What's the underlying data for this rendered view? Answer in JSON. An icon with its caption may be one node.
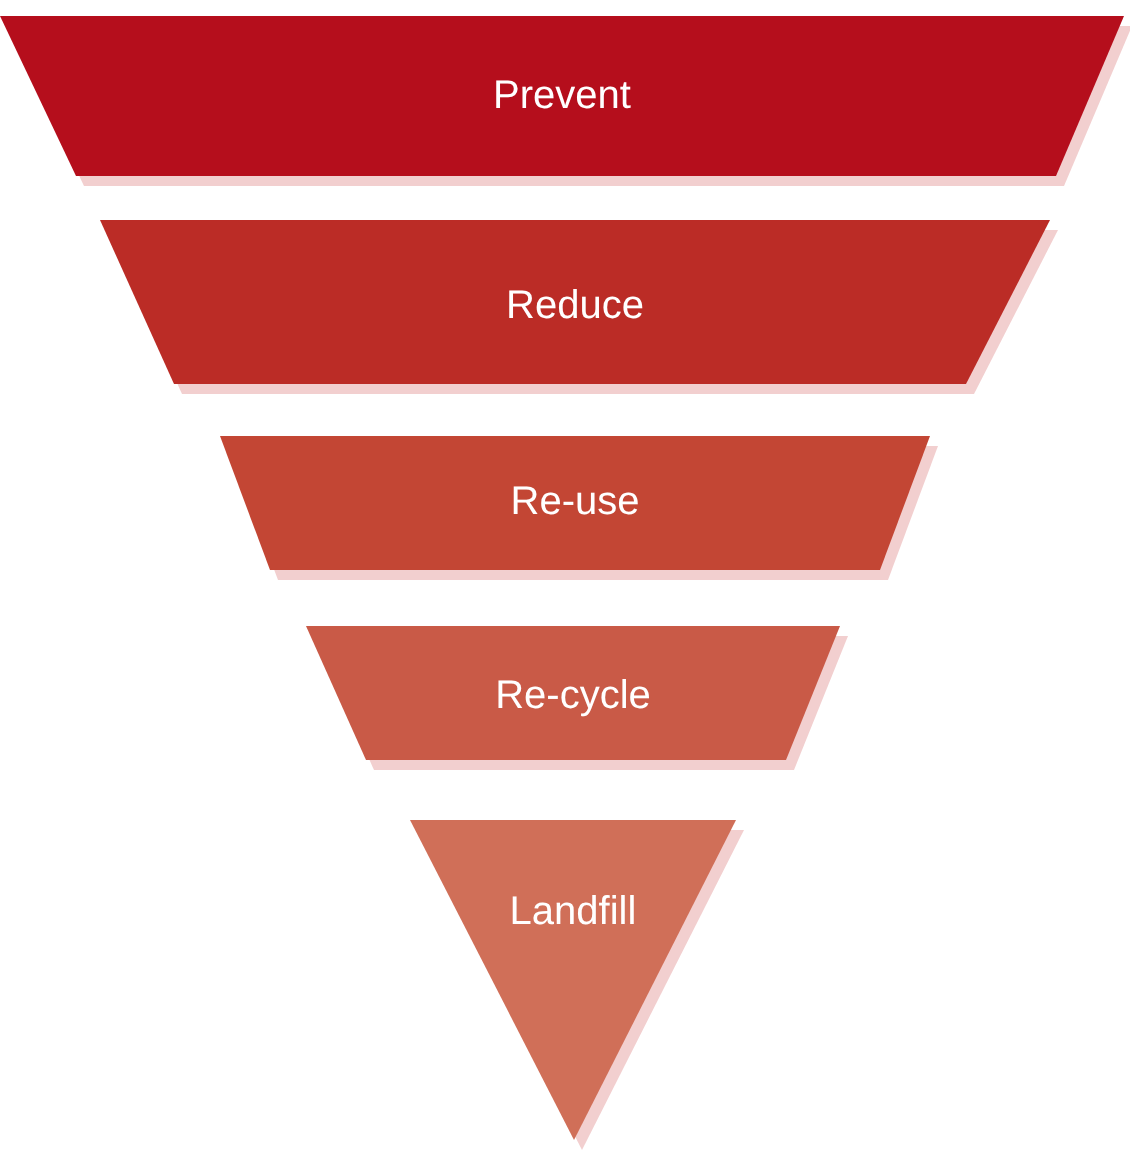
{
  "diagram": {
    "nodes": [
      {
        "text": [
          "Prevent"
        ]
      },
      {
        "text": [
          "Reduce"
        ]
      },
      {
        "text": [
          "Re-use"
        ]
      },
      {
        "text": [
          "Re-cycle"
        ]
      },
      {
        "text": [
          "Landfill"
        ]
      }
    ]
  }
}
